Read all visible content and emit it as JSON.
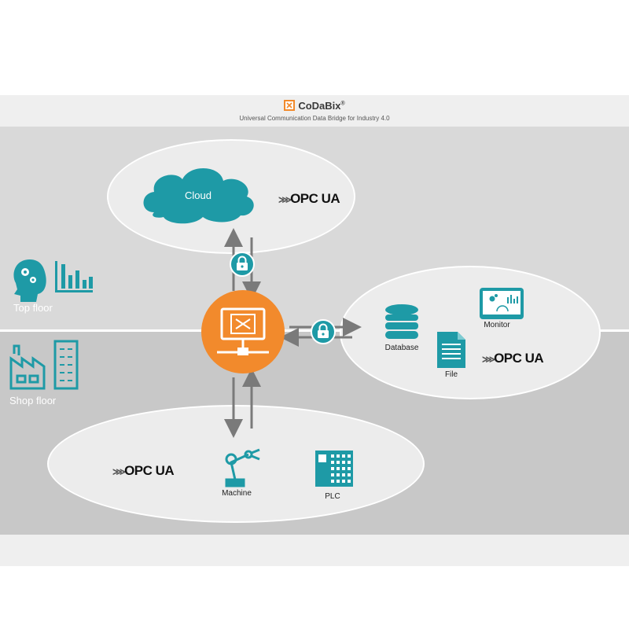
{
  "header": {
    "brand": "CoDaBix",
    "brand_mark": "®",
    "subtitle": "Universal Communication Data Bridge for Industry 4.0"
  },
  "colors": {
    "teal": "#1e9aa6",
    "orange": "#f28a2c",
    "arrow_gray": "#7a7a7a",
    "band_top": "#d9d9d9",
    "band_shop": "#c8c8c8"
  },
  "zones": {
    "top_floor": "Top floor",
    "shop_floor": "Shop floor"
  },
  "cloud_group": {
    "cloud_label": "Cloud",
    "protocol": "OPC UA"
  },
  "right_group": {
    "database_label": "Database",
    "monitor_label": "Monitor",
    "file_label": "File",
    "protocol": "OPC UA"
  },
  "bottom_group": {
    "protocol": "OPC UA",
    "machine_label": "Machine",
    "plc_label": "PLC"
  },
  "icons": [
    "codabix-logo-icon",
    "head-gears-icon",
    "bar-chart-icon",
    "factory-icon",
    "cloud-icon",
    "lock-icon",
    "database-icon",
    "file-icon",
    "monitor-icon",
    "robot-arm-icon",
    "plc-icon",
    "server-icon"
  ]
}
